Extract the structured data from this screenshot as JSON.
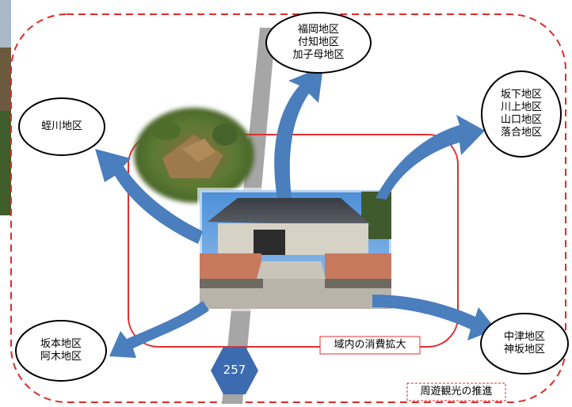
{
  "districts": {
    "north": [
      "福岡地区",
      "付知地区",
      "加子母地区"
    ],
    "northeast": [
      "坂下地区",
      "川上地区",
      "山口地区",
      "落合地区"
    ],
    "west": [
      "蛭川地区"
    ],
    "southwest": [
      "坂本地区",
      "阿木地区"
    ],
    "southeast": [
      "中津地区",
      "神坂地区"
    ]
  },
  "labels": {
    "inner": "域内の消費拡大",
    "outer": "周遊観光の推進",
    "route": "257"
  },
  "colors": {
    "arrow": "#4a7ebd",
    "inner_border": "#e03030",
    "outer_border": "#e02a2a",
    "road": "#a6a6a6",
    "route_sign": "#3c6bb0"
  }
}
